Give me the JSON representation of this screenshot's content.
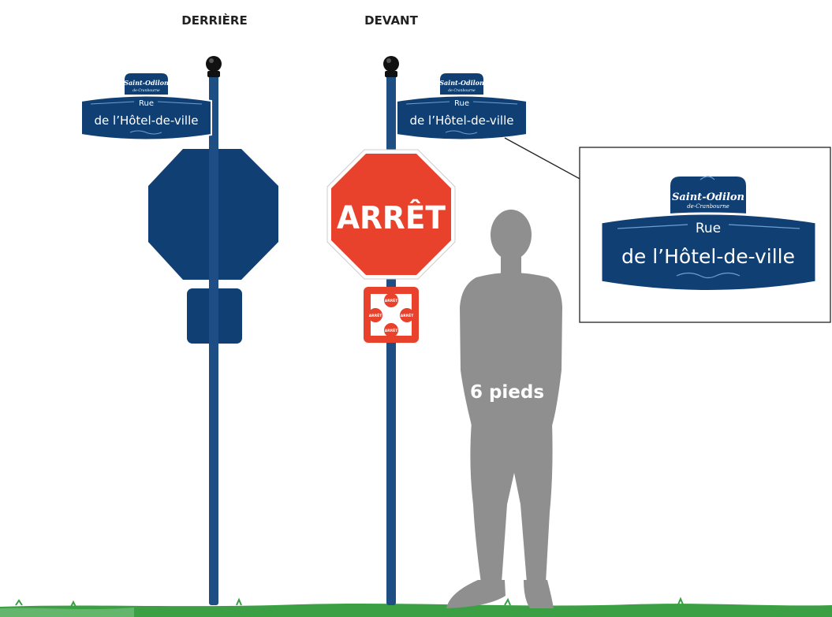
{
  "headers": {
    "back": "DERRIÈRE",
    "front": "DEVANT"
  },
  "street_sign": {
    "brand": "Saint-Odilon",
    "brand_sub": "de-Cranbourne",
    "line1": "Rue",
    "line2": "de l’Hôtel-de-ville"
  },
  "stop_sign": {
    "text": "ARRÊT",
    "mini_text": "ARRÊT"
  },
  "person": {
    "label": "6 pieds"
  },
  "colors": {
    "navy": "#0f3f73",
    "pole": "#1f4e85",
    "stop_red": "#e8412c",
    "person_gray": "#8f8f8f",
    "grass": "#3aa043"
  }
}
